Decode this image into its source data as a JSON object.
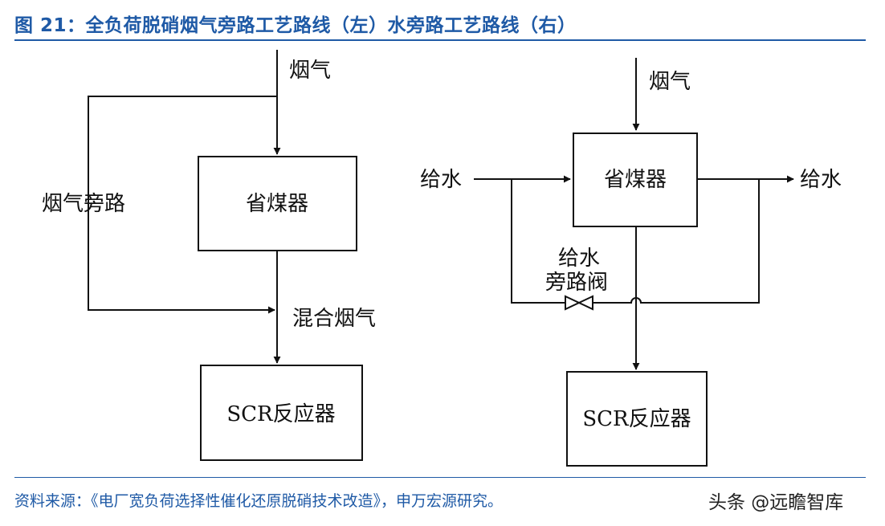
{
  "figure": {
    "title": "图 21：全负荷脱硝烟气旁路工艺路线（左）水旁路工艺路线（右）",
    "source": "资料来源：《电厂宽负荷选择性催化还原脱硝技术改造》，申万宏源研究。",
    "watermark": "头条 @远瞻智库"
  },
  "left_diagram": {
    "flue_gas_in": "烟气",
    "bypass": "烟气旁路",
    "economizer": "省煤器",
    "mixed_flue_gas": "混合烟气",
    "scr_reactor": "SCR反应器"
  },
  "right_diagram": {
    "flue_gas_in": "烟气",
    "feedwater_in": "给水",
    "feedwater_out": "给水",
    "economizer": "省煤器",
    "bypass_valve_line1": "给水",
    "bypass_valve_line2": "旁路阀",
    "scr_reactor": "SCR反应器"
  },
  "colors": {
    "accent": "#1f5aa6",
    "line": "#111111"
  }
}
